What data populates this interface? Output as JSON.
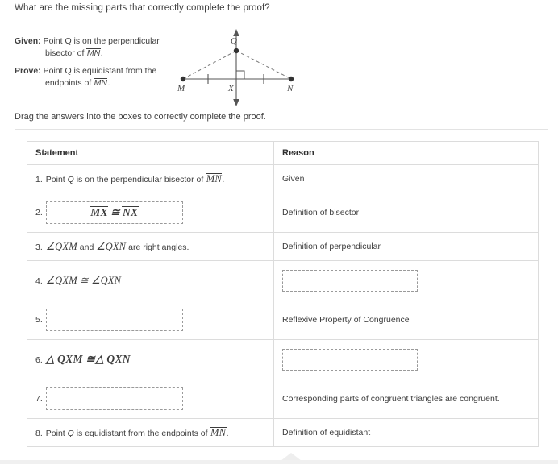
{
  "question": "What are the missing parts that correctly complete the proof?",
  "given_prove": {
    "given_label": "Given:",
    "given_line1": "Point Q is on the perpendicular",
    "given_line2_prefix": "bisector of ",
    "given_line2_segment": "MN",
    "given_line2_suffix": ".",
    "prove_label": "Prove:",
    "prove_line1": "Point Q is equidistant from the",
    "prove_line2_prefix": "endpoints of ",
    "prove_line2_segment": "MN",
    "prove_line2_suffix": "."
  },
  "figure": {
    "point_q": "Q",
    "point_m": "M",
    "point_x": "X",
    "point_n": "N",
    "description": "Perpendicular bisector diagram: vertical line through Q and X meets horizontal line MN at right angle at X; dashed segments QM and QN; congruence tick marks on MX and XN"
  },
  "drag_instruction": "Drag the answers into the boxes to correctly complete the proof.",
  "table": {
    "headers": {
      "statement": "Statement",
      "reason": "Reason"
    },
    "rows": [
      {
        "number": "1.",
        "statement_type": "text",
        "statement_text_pre": "Point ",
        "statement_italic": "Q",
        "statement_text_mid": " is on the perpendicular bisector of ",
        "statement_segment": "MN",
        "statement_text_post": ".",
        "reason_type": "text",
        "reason_text": "Given"
      },
      {
        "number": "2.",
        "statement_type": "filled-box",
        "statement_box_left": "MX",
        "statement_box_symbol": "≅",
        "statement_box_right": "NX",
        "reason_type": "text",
        "reason_text": "Definition of bisector"
      },
      {
        "number": "3.",
        "statement_type": "angles",
        "angle_one": "∠QXM",
        "angle_join": " and ",
        "angle_two": "∠QXN",
        "angle_post": " are right angles.",
        "reason_type": "text",
        "reason_text": "Definition of perpendicular"
      },
      {
        "number": "4.",
        "statement_type": "congruence",
        "congruence_text": "∠QXM ≅ ∠QXN",
        "reason_type": "dropbox",
        "reason_text": ""
      },
      {
        "number": "5.",
        "statement_type": "dropbox",
        "statement_text": "",
        "reason_type": "text",
        "reason_text": "Reflexive Property of Congruence"
      },
      {
        "number": "6.",
        "statement_type": "congruence",
        "congruence_text": "△ QXM ≅△ QXN",
        "reason_type": "dropbox",
        "reason_text": ""
      },
      {
        "number": "7.",
        "statement_type": "dropbox",
        "statement_text": "",
        "reason_type": "text",
        "reason_text": "Corresponding parts of congruent triangles are congruent."
      },
      {
        "number": "8.",
        "statement_type": "text",
        "statement_text_pre": "Point ",
        "statement_italic": "Q",
        "statement_text_mid": " is equidistant from the endpoints of ",
        "statement_segment": "MN",
        "statement_text_post": ".",
        "reason_type": "text",
        "reason_text": "Definition of equidistant"
      }
    ]
  },
  "colors": {
    "text": "#3c3c3c",
    "border": "#dcdcdc",
    "card_border": "#e3e3e3",
    "dropbox_border": "#9a9a9a",
    "figure_stroke": "#555555"
  }
}
